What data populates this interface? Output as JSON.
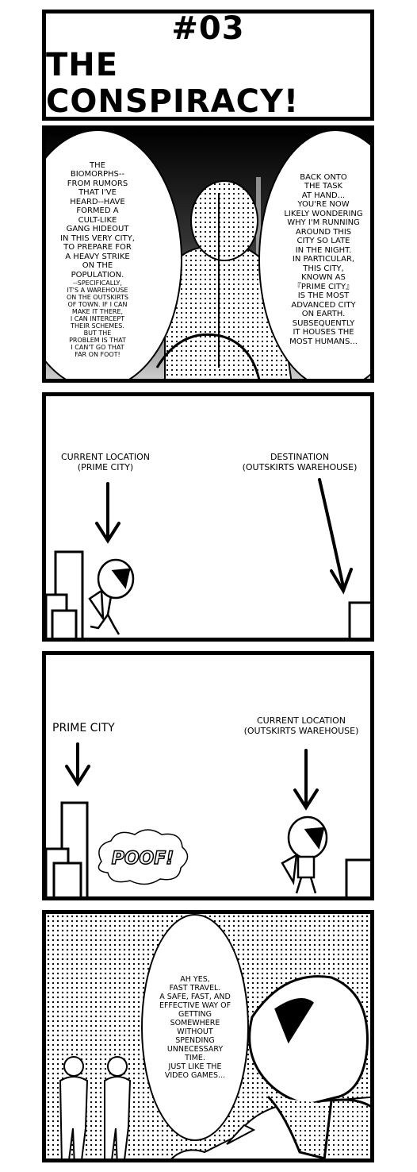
{
  "title": {
    "episode": "#03",
    "name": "THE CONSPIRACY!"
  },
  "panel1": {
    "left_bubble": {
      "main": [
        "THE",
        "BIOMORPHS--",
        "FROM RUMORS",
        "THAT I'VE",
        "HEARD--HAVE",
        "FORMED A",
        "CULT-LIKE",
        "GANG HIDEOUT",
        "IN THIS VERY CITY,",
        "TO PREPARE FOR",
        "A HEAVY STRIKE",
        "ON THE",
        "POPULATION."
      ],
      "small": [
        "--SPECIFICALLY,",
        "IT'S A WAREHOUSE",
        "ON THE OUTSKIRTS",
        "OF TOWN. IF I CAN",
        "MAKE IT THERE,",
        "I CAN INTERCEPT",
        "THEIR SCHEMES.",
        "BUT THE",
        "PROBLEM IS THAT",
        "I CAN'T GO THAT",
        "FAR ON FOOT!"
      ]
    },
    "right_bubble": [
      "BACK ONTO",
      "THE TASK",
      "AT HAND...",
      "YOU'RE NOW",
      "LIKELY WONDERING",
      "WHY I'M RUNNING",
      "AROUND THIS",
      "CITY SO LATE",
      "IN THE NIGHT.",
      "IN PARTICULAR,",
      "THIS CITY,",
      "KNOWN AS",
      "『PRIME CITY』",
      "IS THE MOST",
      "ADVANCED CITY",
      "ON EARTH.",
      "SUBSEQUENTLY",
      "IT HOUSES THE",
      "MOST HUMANS..."
    ]
  },
  "panel2": {
    "left_label": [
      "CURRENT LOCATION",
      "(PRIME CITY)"
    ],
    "right_label": [
      "DESTINATION",
      "(OUTSKIRTS WAREHOUSE)"
    ]
  },
  "panel3": {
    "left_label": "PRIME CITY",
    "right_label": [
      "CURRENT LOCATION",
      "(OUTSKIRTS WAREHOUSE)"
    ],
    "sfx": "POOF!"
  },
  "panel4": {
    "bubble": [
      "AH YES,",
      "FAST TRAVEL.",
      "A SAFE, FAST, AND",
      "EFFECTIVE WAY OF",
      "GETTING",
      "SOMEWHERE",
      "WITHOUT",
      "SPENDING",
      "UNNECESSARY",
      "TIME.",
      "JUST LIKE THE",
      "VIDEO GAMES..."
    ]
  },
  "colors": {
    "ink": "#000000",
    "paper": "#ffffff",
    "night_sky": "#1a1a1a"
  }
}
